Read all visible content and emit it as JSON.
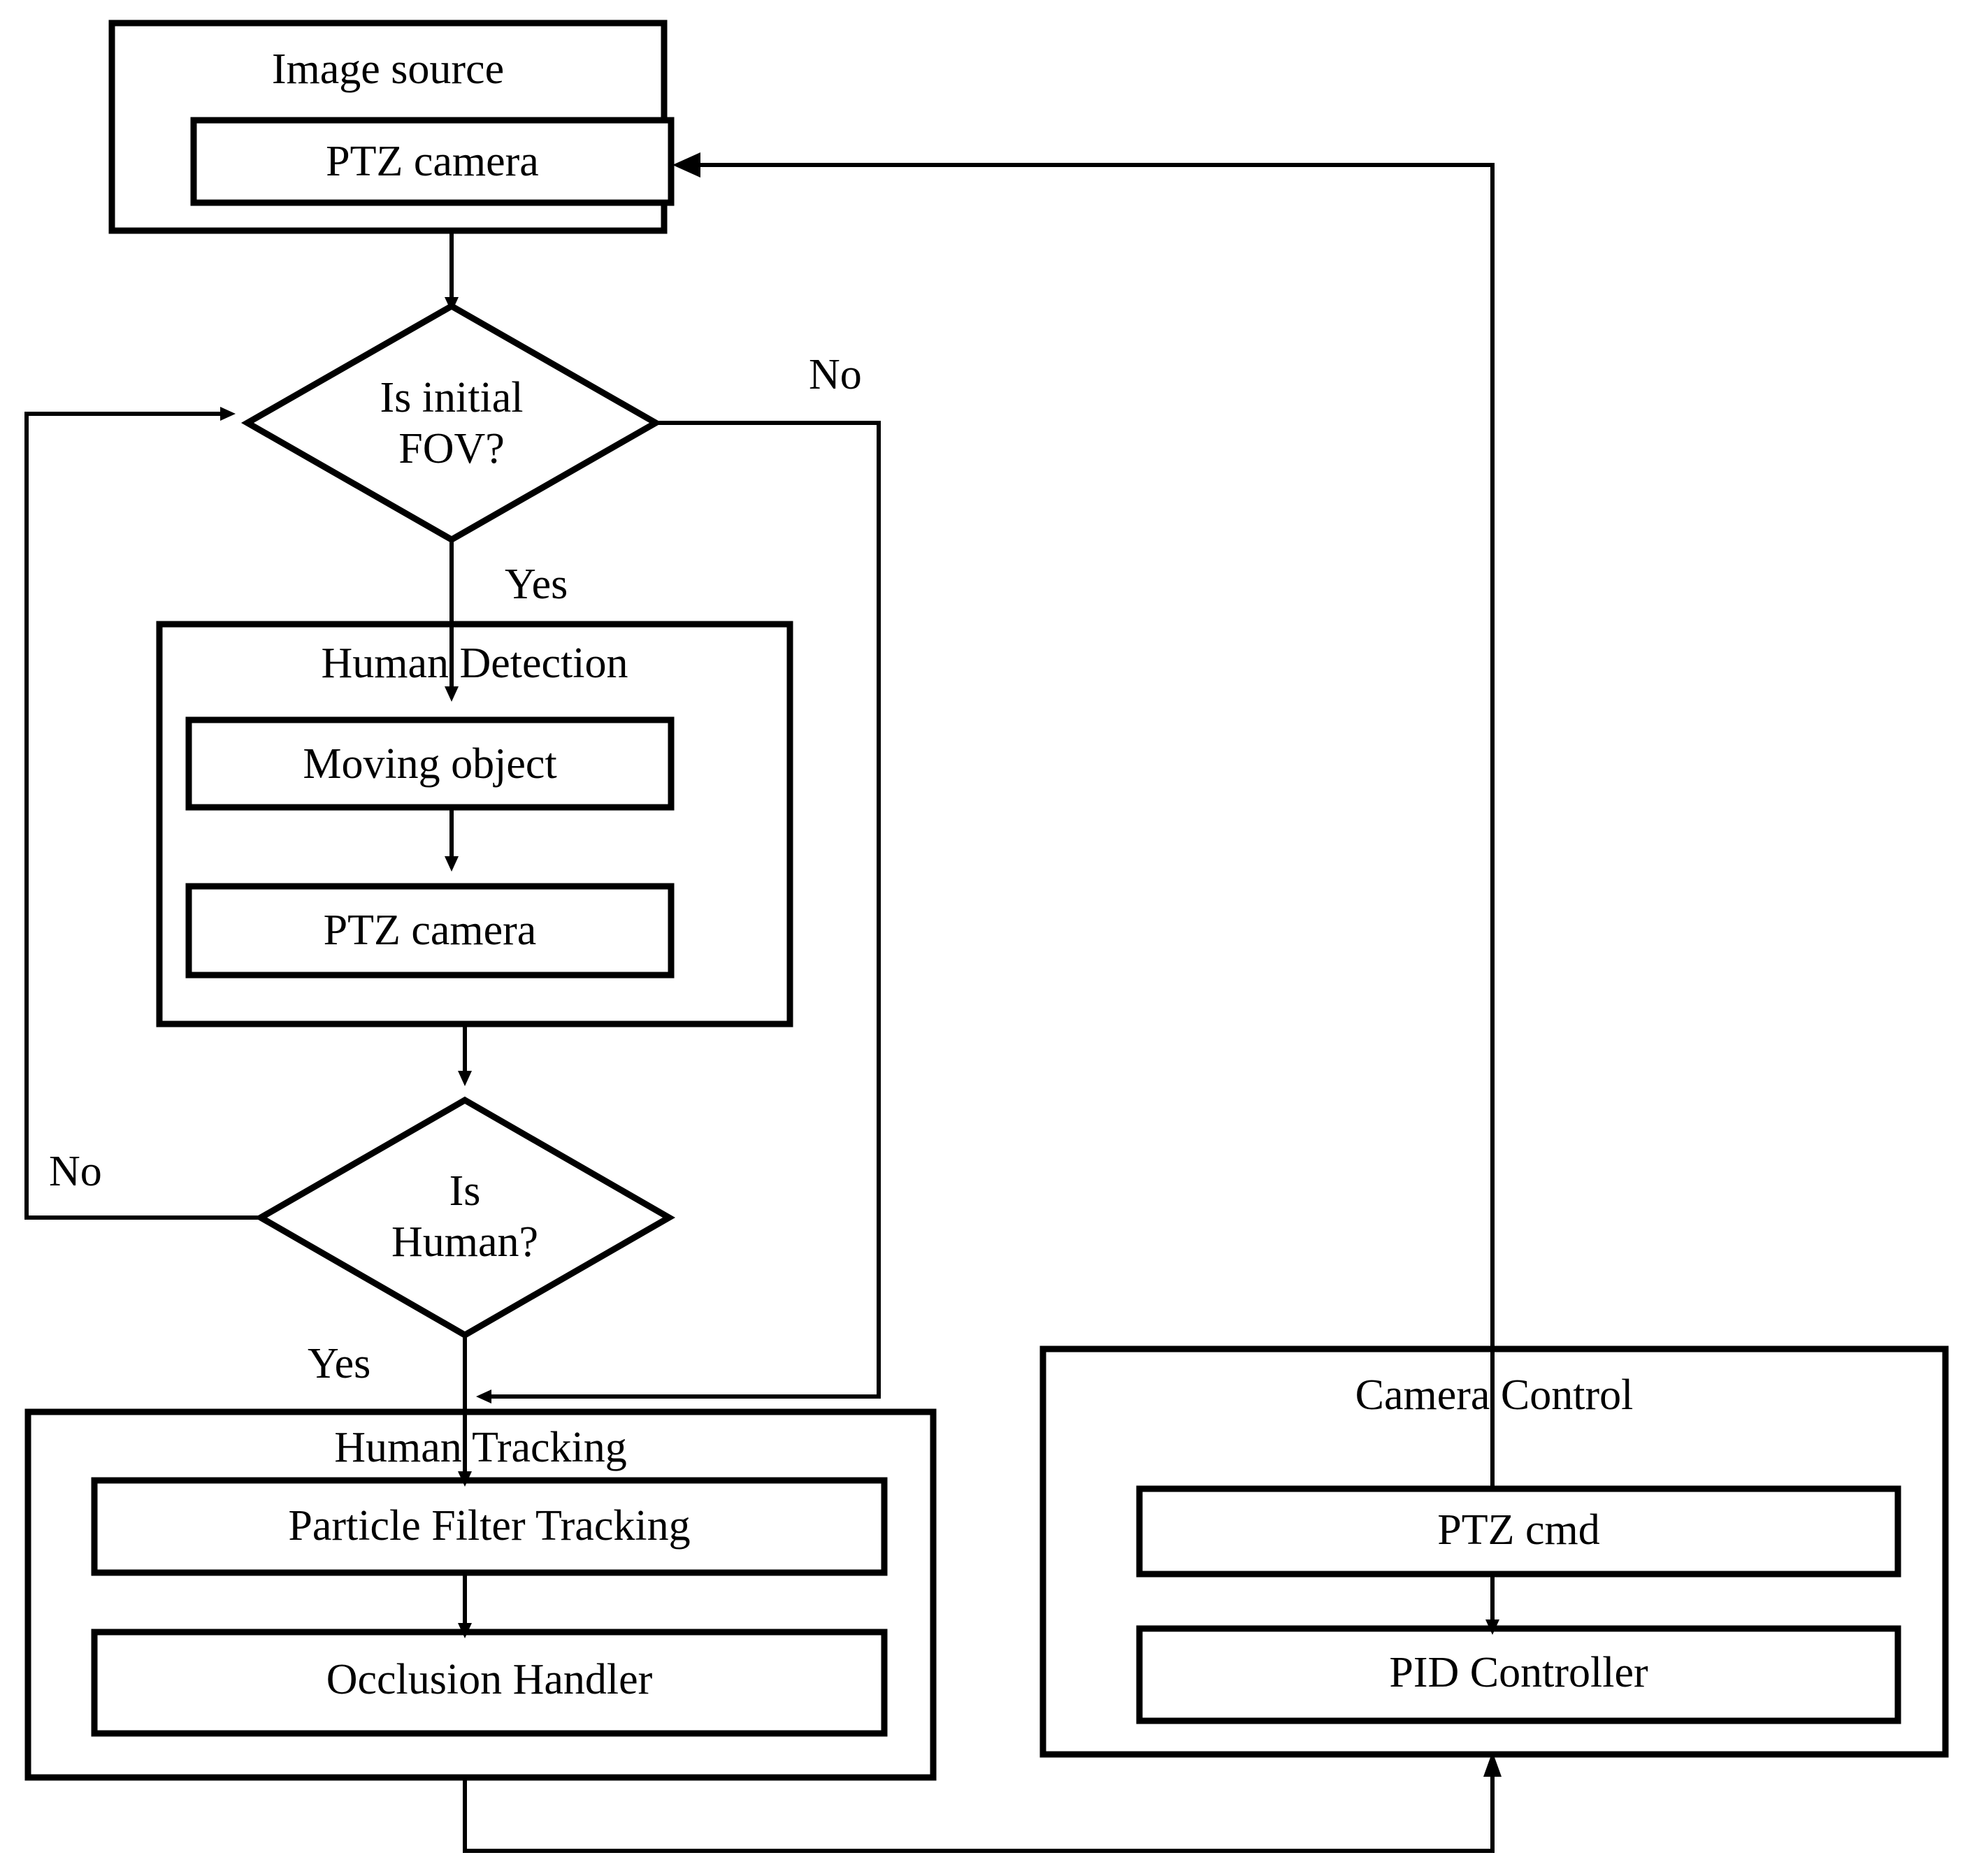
{
  "diagram": {
    "title": "PTZ camera human detection and tracking flowchart",
    "type": "flowchart",
    "stroke_color": "#000000",
    "fill_color": "#ffffff"
  },
  "nodes": {
    "image_source": {
      "label": "Image source",
      "inner": {
        "ptz_camera": "PTZ camera"
      }
    },
    "decision_fov": {
      "line1": "Is initial",
      "line2": "FOV?",
      "yes_label": "Yes",
      "no_label": "No"
    },
    "human_detection": {
      "label": "Human   Detection",
      "inner": {
        "moving_object": "Moving object",
        "ptz_camera": "PTZ camera"
      }
    },
    "decision_human": {
      "line1": "Is",
      "line2": "Human?",
      "yes_label": "Yes",
      "no_label": "No"
    },
    "human_tracking": {
      "label": "Human  Tracking",
      "inner": {
        "particle_filter": "Particle Filter Tracking",
        "occlusion_handler": "Occlusion Handler"
      }
    },
    "camera_control": {
      "label": "Camera Control",
      "inner": {
        "ptz_cmd": "PTZ cmd",
        "pid_controller": "PID Controller"
      }
    }
  },
  "edges": [
    {
      "from": "image_source",
      "to": "decision_fov",
      "label": ""
    },
    {
      "from": "decision_fov",
      "to": "human_detection",
      "label": "Yes"
    },
    {
      "from": "decision_fov",
      "to": "human_tracking",
      "label": "No"
    },
    {
      "from": "human_detection_moving_object",
      "to": "human_detection_ptz_camera",
      "label": ""
    },
    {
      "from": "human_detection",
      "to": "decision_human",
      "label": ""
    },
    {
      "from": "decision_human",
      "to": "human_tracking",
      "label": "Yes"
    },
    {
      "from": "decision_human",
      "to": "decision_fov",
      "label": "No"
    },
    {
      "from": "human_tracking",
      "to": "camera_control",
      "label": ""
    },
    {
      "from": "camera_control_ptz_cmd",
      "to": "camera_control_pid_controller",
      "label": ""
    },
    {
      "from": "camera_control",
      "to": "image_source_ptz_camera",
      "label": ""
    }
  ]
}
